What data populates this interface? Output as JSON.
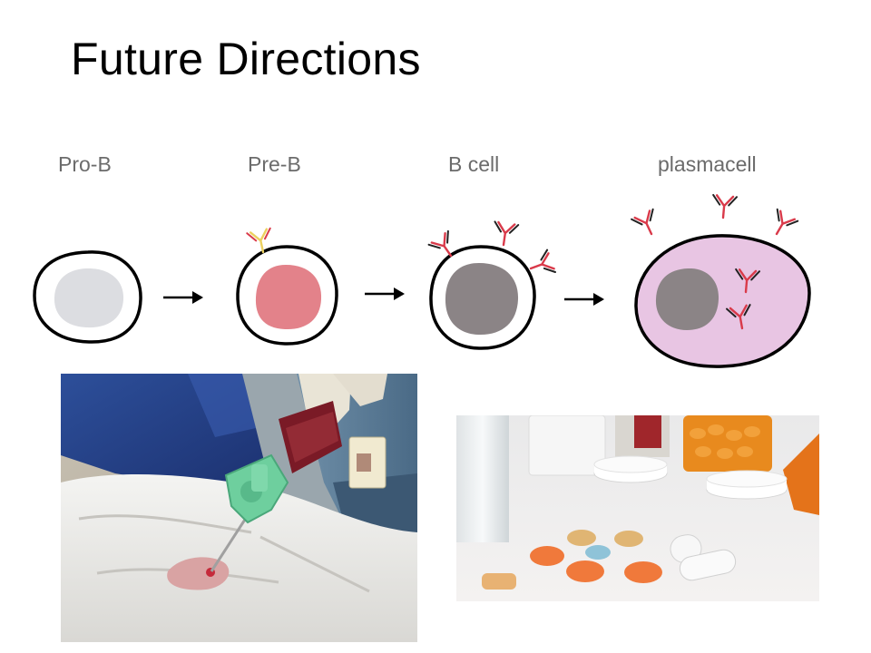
{
  "slide": {
    "title": "Future Directions"
  },
  "stages": [
    {
      "label": "Pro-B"
    },
    {
      "label": "Pre-B"
    },
    {
      "label": "B cell"
    },
    {
      "label": "plasmacell"
    }
  ],
  "colors": {
    "pro_b_nucleus": "#dcdde1",
    "pre_b_nucleus": "#e3828a",
    "b_cell_nucleus": "#8b8486",
    "plasma_cytoplasm": "#e8c5e3",
    "antibody_red": "#d93a4a",
    "antibody_yellow": "#ecd160",
    "antibody_black": "#222222"
  },
  "icons": [
    "arrow-right-icon",
    "antibody-icon"
  ],
  "photos": [
    {
      "name": "bone-marrow-biopsy-photo"
    },
    {
      "name": "pills-photo"
    }
  ]
}
